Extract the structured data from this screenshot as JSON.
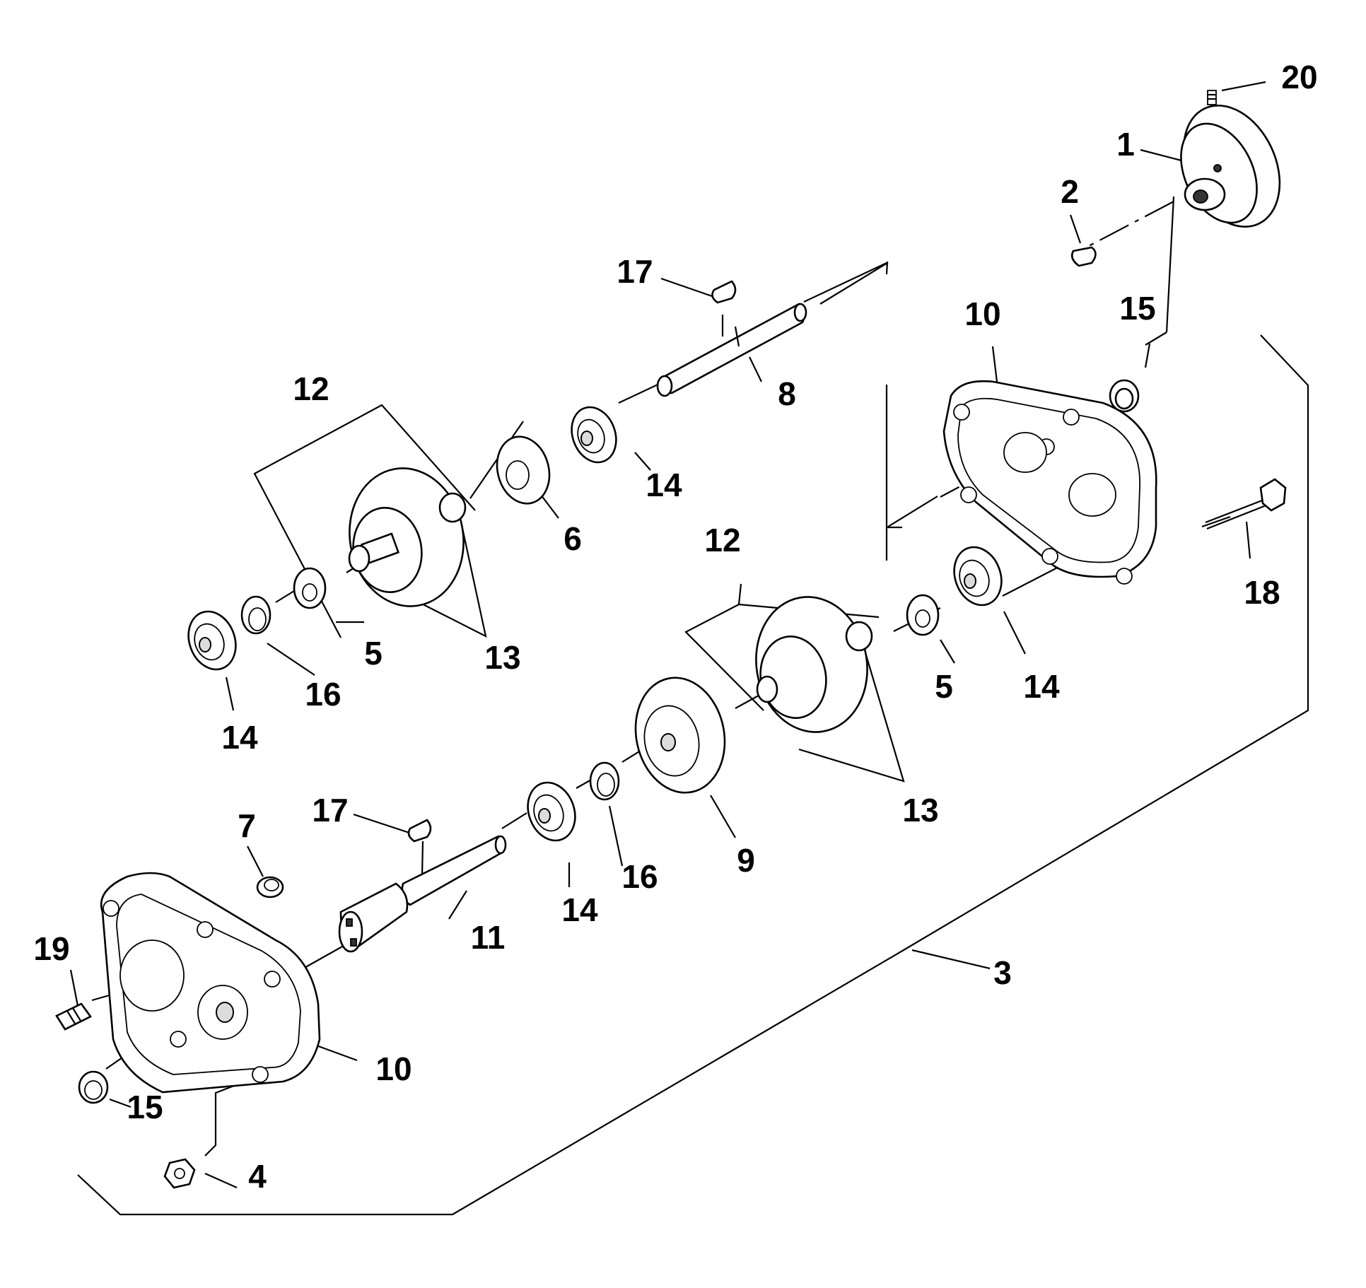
{
  "diagram": {
    "labels": {
      "c1": "1",
      "c2": "2",
      "c3": "3",
      "c4": "4",
      "c5a": "5",
      "c5b": "5",
      "c6": "6",
      "c7": "7",
      "c8": "8",
      "c9": "9",
      "c10a": "10",
      "c10b": "10",
      "c11": "11",
      "c12a": "12",
      "c12b": "12",
      "c13a": "13",
      "c13b": "13",
      "c14a": "14",
      "c14b": "14",
      "c14c": "14",
      "c14d": "14",
      "c15a": "15",
      "c15b": "15",
      "c16a": "16",
      "c16b": "16",
      "c17a": "17",
      "c17b": "17",
      "c18": "18",
      "c19": "19",
      "c20": "20"
    },
    "parts": [
      "pulley",
      "key",
      "housing-assembly",
      "flange-nut",
      "thrust-washer",
      "pinion-gear",
      "bushing",
      "input-shaft",
      "output-gear",
      "housing-half",
      "output-shaft",
      "cluster-gear",
      "cluster-bushing",
      "ball-bearing",
      "oil-seal",
      "retaining-ring",
      "key",
      "bolt",
      "plug",
      "set-screw"
    ]
  }
}
